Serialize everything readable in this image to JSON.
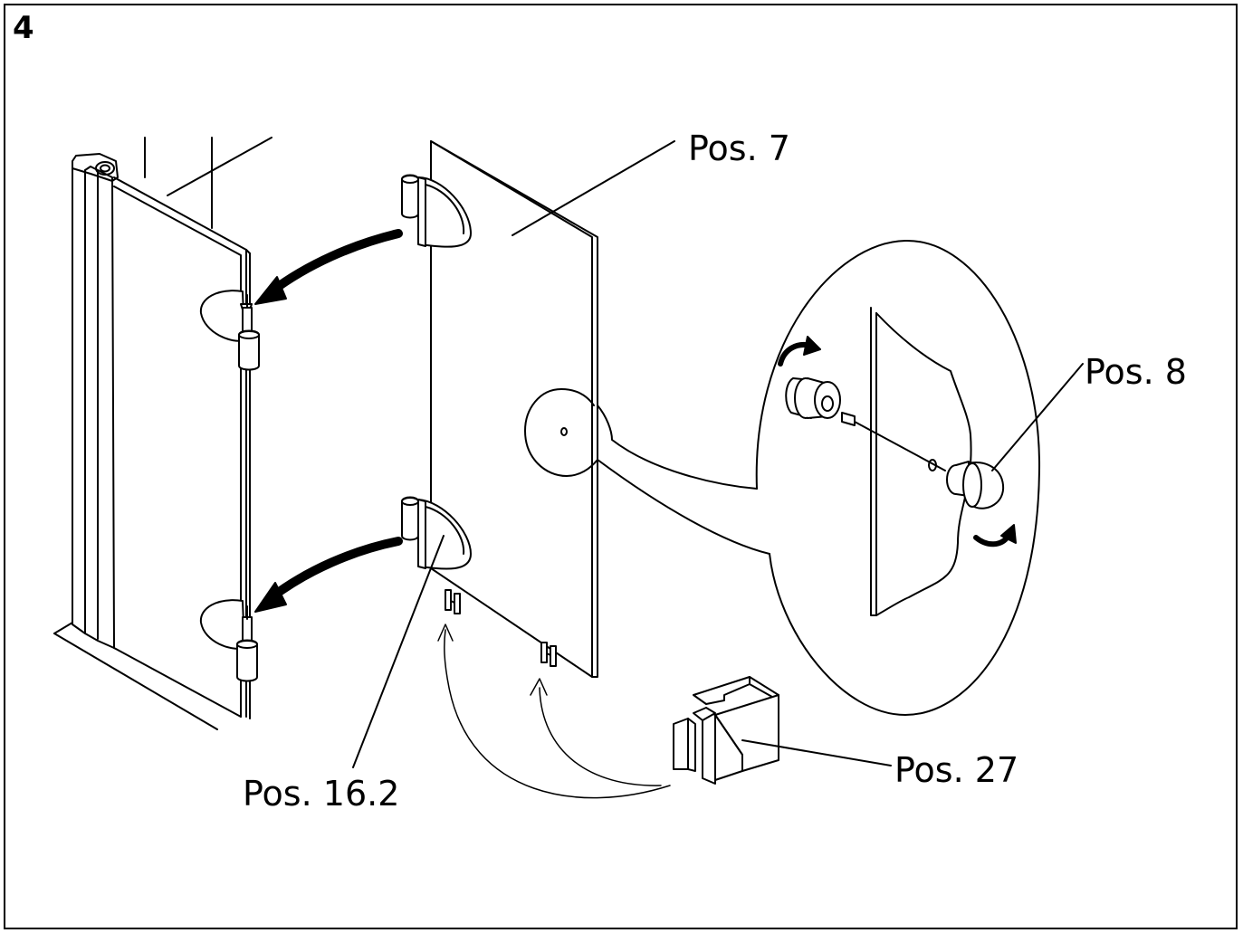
{
  "step_number": "4",
  "labels": {
    "pos7": "Pos. 7",
    "pos8": "Pos. 8",
    "pos16_2": "Pos. 16.2",
    "pos27": "Pos. 27"
  },
  "colors": {
    "line": "#000000",
    "background": "#ffffff"
  }
}
